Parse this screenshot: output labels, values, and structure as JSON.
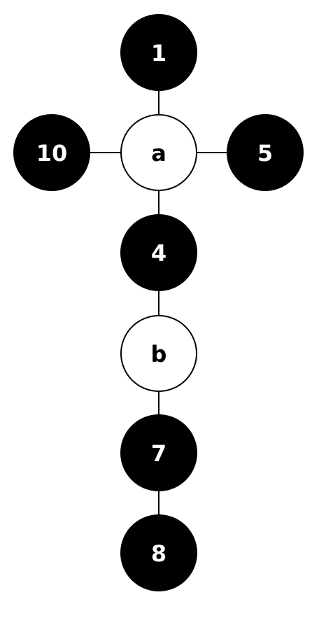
{
  "graph": {
    "nodes": [
      {
        "id": "n1",
        "label": "1",
        "fill": "#000000",
        "text_color": "#ffffff"
      },
      {
        "id": "na",
        "label": "a",
        "fill": "#ffffff",
        "text_color": "#000000"
      },
      {
        "id": "n10",
        "label": "10",
        "fill": "#000000",
        "text_color": "#ffffff"
      },
      {
        "id": "n5",
        "label": "5",
        "fill": "#000000",
        "text_color": "#ffffff"
      },
      {
        "id": "n4",
        "label": "4",
        "fill": "#000000",
        "text_color": "#ffffff"
      },
      {
        "id": "nb",
        "label": "b",
        "fill": "#ffffff",
        "text_color": "#000000"
      },
      {
        "id": "n7",
        "label": "7",
        "fill": "#000000",
        "text_color": "#ffffff"
      },
      {
        "id": "n8",
        "label": "8",
        "fill": "#000000",
        "text_color": "#ffffff"
      }
    ],
    "edges": [
      {
        "from": "n1",
        "to": "na"
      },
      {
        "from": "n10",
        "to": "na"
      },
      {
        "from": "na",
        "to": "n5"
      },
      {
        "from": "na",
        "to": "n4"
      },
      {
        "from": "n4",
        "to": "nb"
      },
      {
        "from": "nb",
        "to": "n7"
      },
      {
        "from": "n7",
        "to": "n8"
      }
    ]
  }
}
